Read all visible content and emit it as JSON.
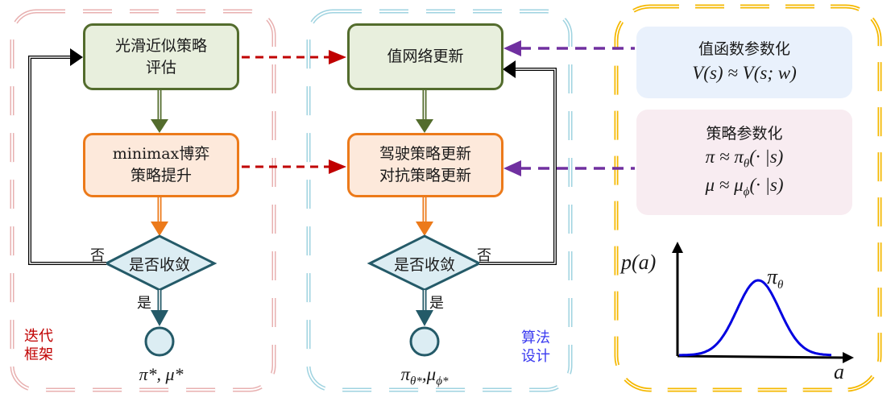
{
  "colors": {
    "frame_left": "#e8b0b0",
    "frame_middle": "#9fd3e0",
    "frame_right": "#f5b800",
    "green_fill": "#e8efdd",
    "green_border": "#536c2d",
    "orange_fill": "#fde9db",
    "orange_border": "#ec7a1a",
    "decision_fill": "#dcedf3",
    "decision_border": "#245a68",
    "red_dash": "#c00000",
    "purple_dash": "#7030a0",
    "curve": "#0000e0",
    "label_red": "#c00000",
    "label_blue": "#3a3af0"
  },
  "left_frame": {
    "label_line1": "迭代",
    "label_line2": "框架",
    "box1_line1": "光滑近似策略",
    "box1_line2": "评估",
    "box2_line1": "minimax博弈",
    "box2_line2": "策略提升",
    "decision": "是否收敛",
    "no_label": "否",
    "yes_label": "是",
    "result": "π*, μ*"
  },
  "middle_frame": {
    "label_line1": "算法",
    "label_line2": "设计",
    "box1": "值网络更新",
    "box2_line1": "驾驶策略更新",
    "box2_line2": "对抗策略更新",
    "decision": "是否收敛",
    "no_label": "否",
    "yes_label": "是",
    "result_pi": "π",
    "result_pi_sub": "θ*",
    "result_sep": ",",
    "result_mu": "μ",
    "result_mu_sub": "ϕ*"
  },
  "right_frame": {
    "value_panel_title": "值函数参数化",
    "value_formula": "V(s) ≈ V(s; w)",
    "policy_panel_title": "策略参数化",
    "policy_formula1_lhs": "π ≈ π",
    "policy_formula1_sub": "θ",
    "policy_formula1_rhs": "(· |s)",
    "policy_formula2_lhs": "μ ≈ μ",
    "policy_formula2_sub": "ϕ",
    "policy_formula2_rhs": "(· |s)",
    "plot_ylabel": "p(a)",
    "plot_xlabel": "a",
    "plot_curve_label": "π",
    "plot_curve_sub": "θ"
  },
  "chart_data": {
    "type": "line",
    "title": "",
    "xlabel": "a",
    "ylabel": "p(a)",
    "series": [
      {
        "name": "πθ",
        "shape": "gaussian",
        "mean_fraction": 0.52,
        "std_fraction": 0.14
      }
    ],
    "ticks": false,
    "grid": false
  }
}
